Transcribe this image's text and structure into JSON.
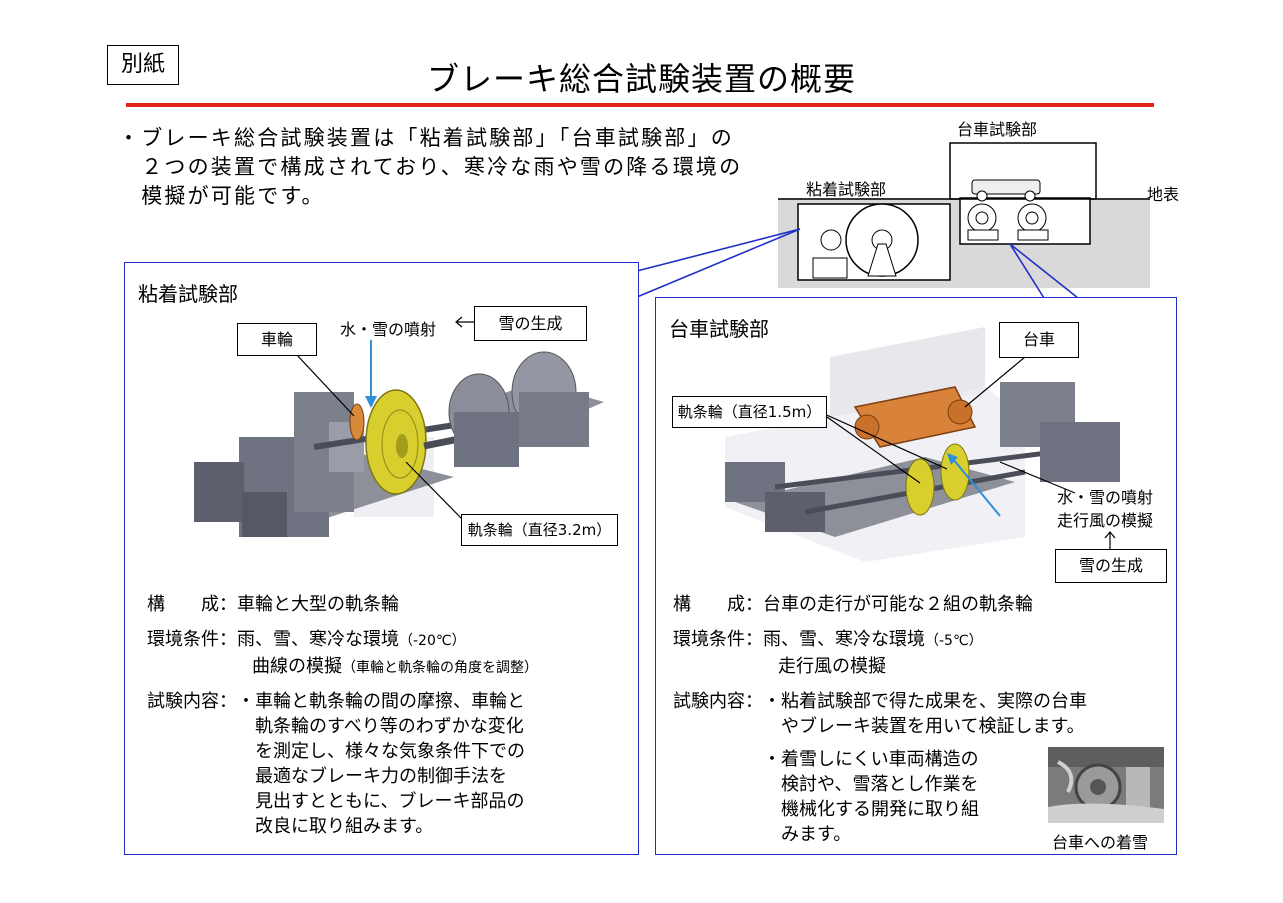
{
  "tag": "別紙",
  "title": "ブレーキ総合試験装置の概要",
  "intro": [
    "・ブレーキ総合試験装置は「粘着試験部」「台車試験部」の",
    "　２つの装置で構成されており、寒冷な雨や雪の降る環境の",
    "　模擬が可能です。"
  ],
  "overview": {
    "bogie_section": "台車試験部",
    "adhesion_section": "粘着試験部",
    "ground": "地表"
  },
  "left_panel": {
    "title": "粘着試験部",
    "wheel_label": "車輪",
    "spray_label": "水・雪の噴射",
    "snow_gen": "雪の生成",
    "rail_wheel_label": "軌条輪（直径3.2m）",
    "config_key": "構　　成：",
    "config_val": "車輪と大型の軌条輪",
    "env_key": "環境条件：",
    "env_val1": "雨、雪、寒冷な環境",
    "env_note1": "（-20℃）",
    "env_val2": "曲線の模擬",
    "env_note2": "（車輪と軌条輪の角度を調整）",
    "test_key": "試験内容：",
    "test_lines": [
      "・車輪と軌条輪の間の摩擦、車輪と",
      "　軌条輪のすべり等のわずかな変化",
      "　を測定し、様々な気象条件下での",
      "　最適なブレーキ力の制御手法を",
      "　見出すとともに、ブレーキ部品の",
      "　改良に取り組みます。"
    ]
  },
  "right_panel": {
    "title": "台車試験部",
    "bogie_label": "台車",
    "rail_wheel_label": "軌条輪（直径1.5m）",
    "spray_label1": "水・雪の噴射",
    "spray_label2": "走行風の模擬",
    "snow_gen": "雪の生成",
    "config_key": "構　　成：",
    "config_val": "台車の走行が可能な２組の軌条輪",
    "env_key": "環境条件：",
    "env_val1": "雨、雪、寒冷な環境",
    "env_note1": "（-5℃）",
    "env_val2": "走行風の模擬",
    "test_key": "試験内容：",
    "test_lines_a": [
      "・粘着試験部で得た成果を、実際の台車",
      "　やブレーキ装置を用いて検証します。"
    ],
    "test_lines_b": [
      "・着雪しにくい車両構造の",
      "　検討や、雪落とし作業を",
      "　機械化する開発に取り組",
      "　みます。"
    ],
    "photo_caption": "台車への着雪"
  }
}
